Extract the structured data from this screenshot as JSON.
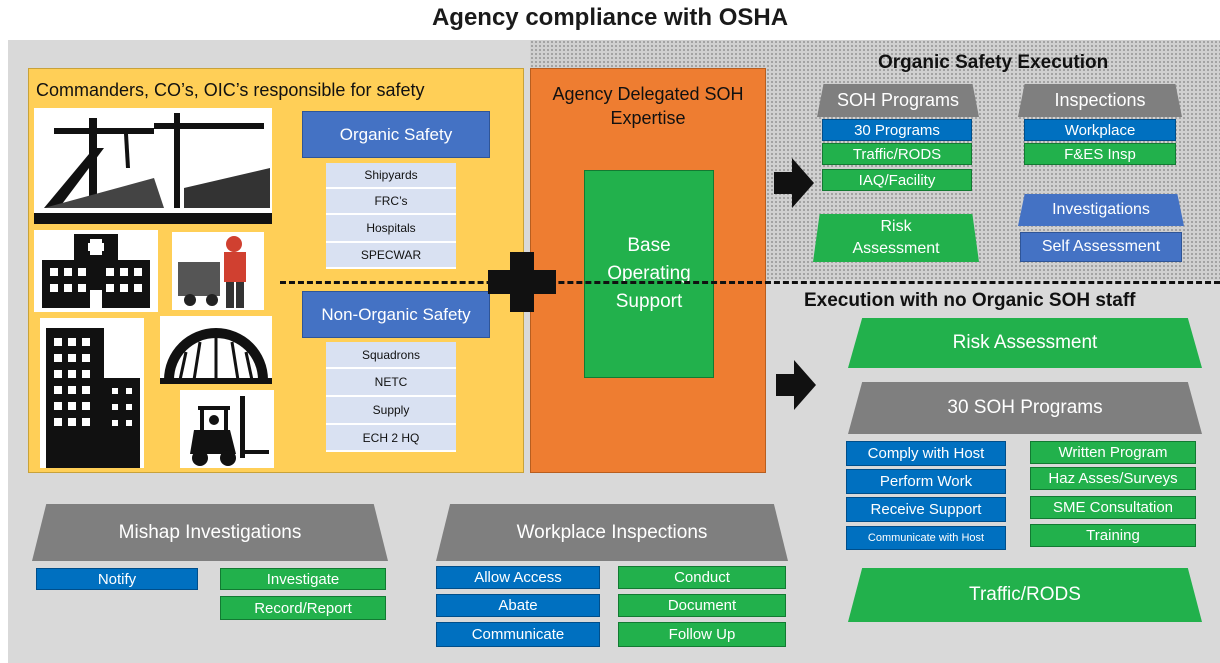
{
  "title": "Agency compliance with OSHA",
  "commanders": {
    "heading": "Commanders, CO’s, OIC’s responsible for safety",
    "organic_safety": "Organic Safety",
    "organic_items": [
      "Shipyards",
      "FRC’s",
      "Hospitals",
      "SPECWAR"
    ],
    "non_organic_safety": "Non-Organic Safety",
    "non_organic_items": [
      "Squadrons",
      "NETC",
      "Supply",
      "ECH 2 HQ"
    ]
  },
  "agency": {
    "heading": "Agency Delegated SOH Expertise",
    "base_operating": "Base Operating Support"
  },
  "organic_execution": {
    "heading": "Organic Safety Execution",
    "soh_programs": "SOH Programs",
    "soh_items": [
      "30 Programs",
      "Traffic/RODS",
      "IAQ/Facility"
    ],
    "risk_assessment": "Risk Assessment",
    "inspections": "Inspections",
    "inspection_items": [
      "Workplace",
      "F&ES Insp"
    ],
    "investigations": "Investigations",
    "self_assessment": "Self Assessment"
  },
  "no_organic": {
    "heading": "Execution with no Organic SOH staff",
    "risk_assessment": "Risk Assessment",
    "programs": "30 SOH Programs",
    "left_items": [
      "Comply with Host",
      "Perform Work",
      "Receive Support",
      "Communicate with Host"
    ],
    "right_items": [
      "Written Program",
      "Haz Asses/Surveys",
      "SME Consultation",
      "Training"
    ],
    "traffic": "Traffic/RODS"
  },
  "mishap": {
    "heading": "Mishap Investigations",
    "left_items": [
      "Notify"
    ],
    "right_items": [
      "Investigate",
      "Record/Report"
    ]
  },
  "workplace": {
    "heading": "Workplace Inspections",
    "left_items": [
      "Allow Access",
      "Abate",
      "Communicate"
    ],
    "right_items": [
      "Conduct",
      "Document",
      "Follow Up"
    ]
  },
  "colors": {
    "yellow": "#ffcf57",
    "orange": "#ee7d31",
    "green": "#22b14c",
    "blue": "#0070c0",
    "slate_blue": "#4472c4",
    "gray": "#7f7f7f"
  }
}
